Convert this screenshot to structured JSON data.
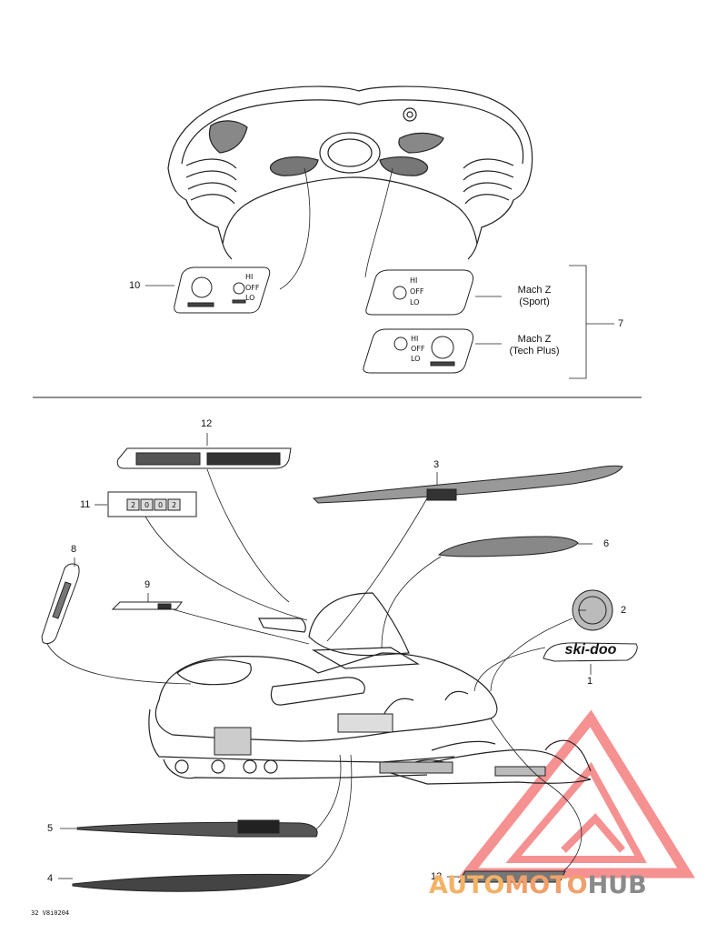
{
  "callouts": {
    "n1": "1",
    "n2": "2",
    "n3": "3",
    "n4": "4",
    "n5": "5",
    "n6": "6",
    "n7": "7",
    "n8": "8",
    "n9": "9",
    "n10": "10",
    "n11": "11",
    "n12": "12",
    "n13": "13"
  },
  "variants": {
    "sport": {
      "line1": "Mach Z",
      "line2": "(Sport)"
    },
    "tech_plus": {
      "line1": "Mach Z",
      "line2": "(Tech Plus)"
    }
  },
  "switch_labels": {
    "hi": "HI",
    "off": "OFF",
    "lo": "LO"
  },
  "decals": {
    "brand": "ski-doo",
    "year_digits": [
      "2",
      "0",
      "0",
      "2"
    ]
  },
  "reference_code": "32 V8i0204",
  "watermark": {
    "part1": "AUTO",
    "part2": "MOTO",
    "part3": "HUB",
    "colors": {
      "auto": "#f3b266",
      "moto": "#f0a06a",
      "hub": "#8a8a8a",
      "triangle": "#f26d6d"
    }
  }
}
